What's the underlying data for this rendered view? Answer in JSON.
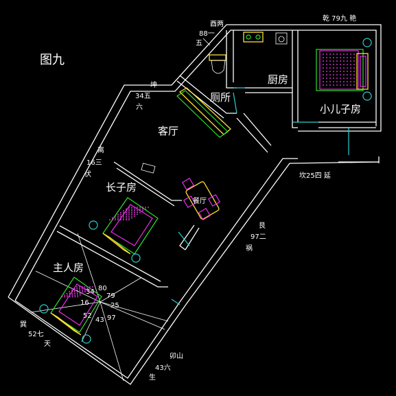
{
  "figure": {
    "title": "图九"
  },
  "rooms": {
    "toilet": "厕所",
    "kitchen": "厨房",
    "small_child_room": "小儿子房",
    "living_room": "客厅",
    "dining_room": "餐厅",
    "eldest_son_room": "长子房",
    "master_room": "主人房"
  },
  "compass_labels": {
    "top_left_a": "酉两",
    "top_left_b": "88一",
    "top_left_c": "五",
    "top_right": "乾 79九 艳",
    "left_1a": "坤",
    "left_1b": "34五",
    "left_1c": "六",
    "left_2a": "离",
    "left_2b": "16三",
    "left_2c": "伏",
    "right_1": "坎25四 延",
    "right_2a": "艮",
    "right_2b": "97二",
    "right_2c": "祸",
    "bottom_left_a": "巽",
    "bottom_left_b": "52七",
    "bottom_left_c": "天",
    "bottom_right_a": "卯山",
    "bottom_right_b": "43六",
    "bottom_right_c": "生"
  },
  "center_numbers": [
    "34",
    "80",
    "79",
    "16",
    "25",
    "52",
    "43",
    "97"
  ]
}
